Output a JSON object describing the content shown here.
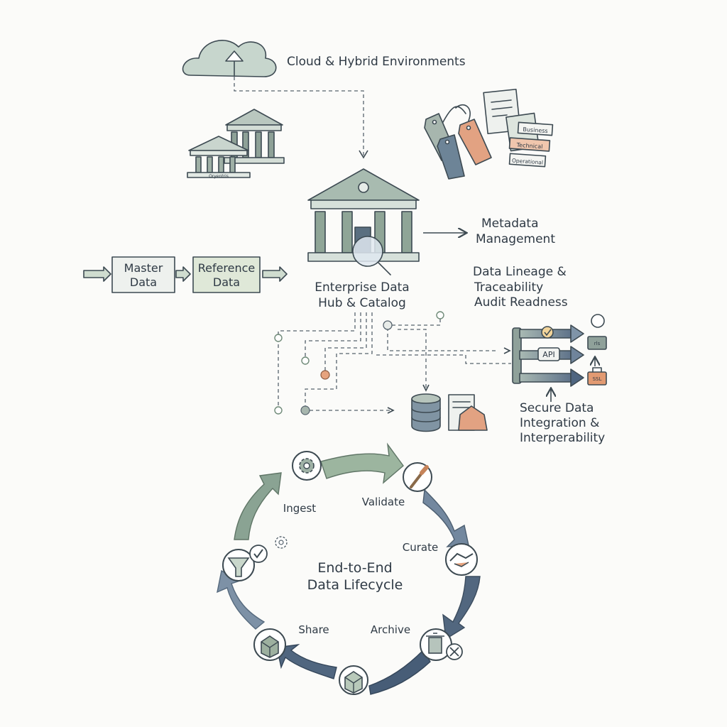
{
  "cloud": {
    "label": "Cloud & Hybrid Environments",
    "icon": "cloud-upload-icon"
  },
  "buildings": {
    "caption": "Oryentris",
    "icon": "bank-building-icon"
  },
  "tags": {
    "icon": "tag-document-icon",
    "items": [
      "Business",
      "Technical",
      "Operational"
    ]
  },
  "hub": {
    "line1": "Enterprise Data",
    "line2": "Hub & Catalog",
    "icon": "bank-magnifier-icon"
  },
  "metadata": {
    "line1": "Metadata",
    "line2": "Management"
  },
  "lineage": {
    "line1": "Data Lineage &",
    "line2": "Traceability",
    "line3": "Audit Readness"
  },
  "master": {
    "line1": "Master",
    "line2": "Data"
  },
  "reference": {
    "line1": "Reference",
    "line2": "Data"
  },
  "integration": {
    "api_label": "API",
    "line1": "Secure Data",
    "line2": "Integration &",
    "line3": "Interperability",
    "badge1": "rls",
    "badge2": "SSL"
  },
  "lifecycle": {
    "title_line1": "End-to-End",
    "title_line2": "Data Lifecycle",
    "stages": [
      "Ingest",
      "Validate",
      "Curate",
      "Archive",
      "Share"
    ]
  },
  "colors": {
    "sage": "#8fa89a",
    "sage_light": "#dde7dc",
    "slate": "#6b7f95",
    "navy": "#445a72",
    "orange": "#e29a72",
    "ink": "#2f3a45"
  }
}
